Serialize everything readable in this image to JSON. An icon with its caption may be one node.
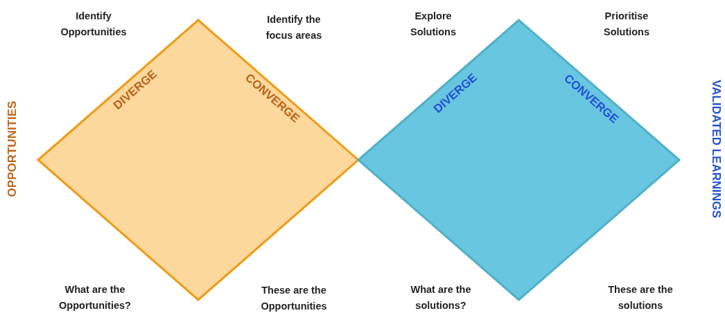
{
  "diagram": {
    "nodes": [
      {
        "text": [
          "DIVERGE",
          "CONVERGE"
        ]
      },
      {
        "text": [
          "DIVERGE",
          "CONVERGE"
        ]
      }
    ],
    "labels": [
      "Identify Opportunities",
      "Identify the focus areas",
      "Explore Solutions",
      "Prioritise Solutions",
      "OPPORTUNITIES",
      "VALIDATED LEARNINGS",
      "What are the Opportunities?",
      "These are the Opportunities",
      "What are the solutions?",
      "These are the solutions"
    ]
  }
}
